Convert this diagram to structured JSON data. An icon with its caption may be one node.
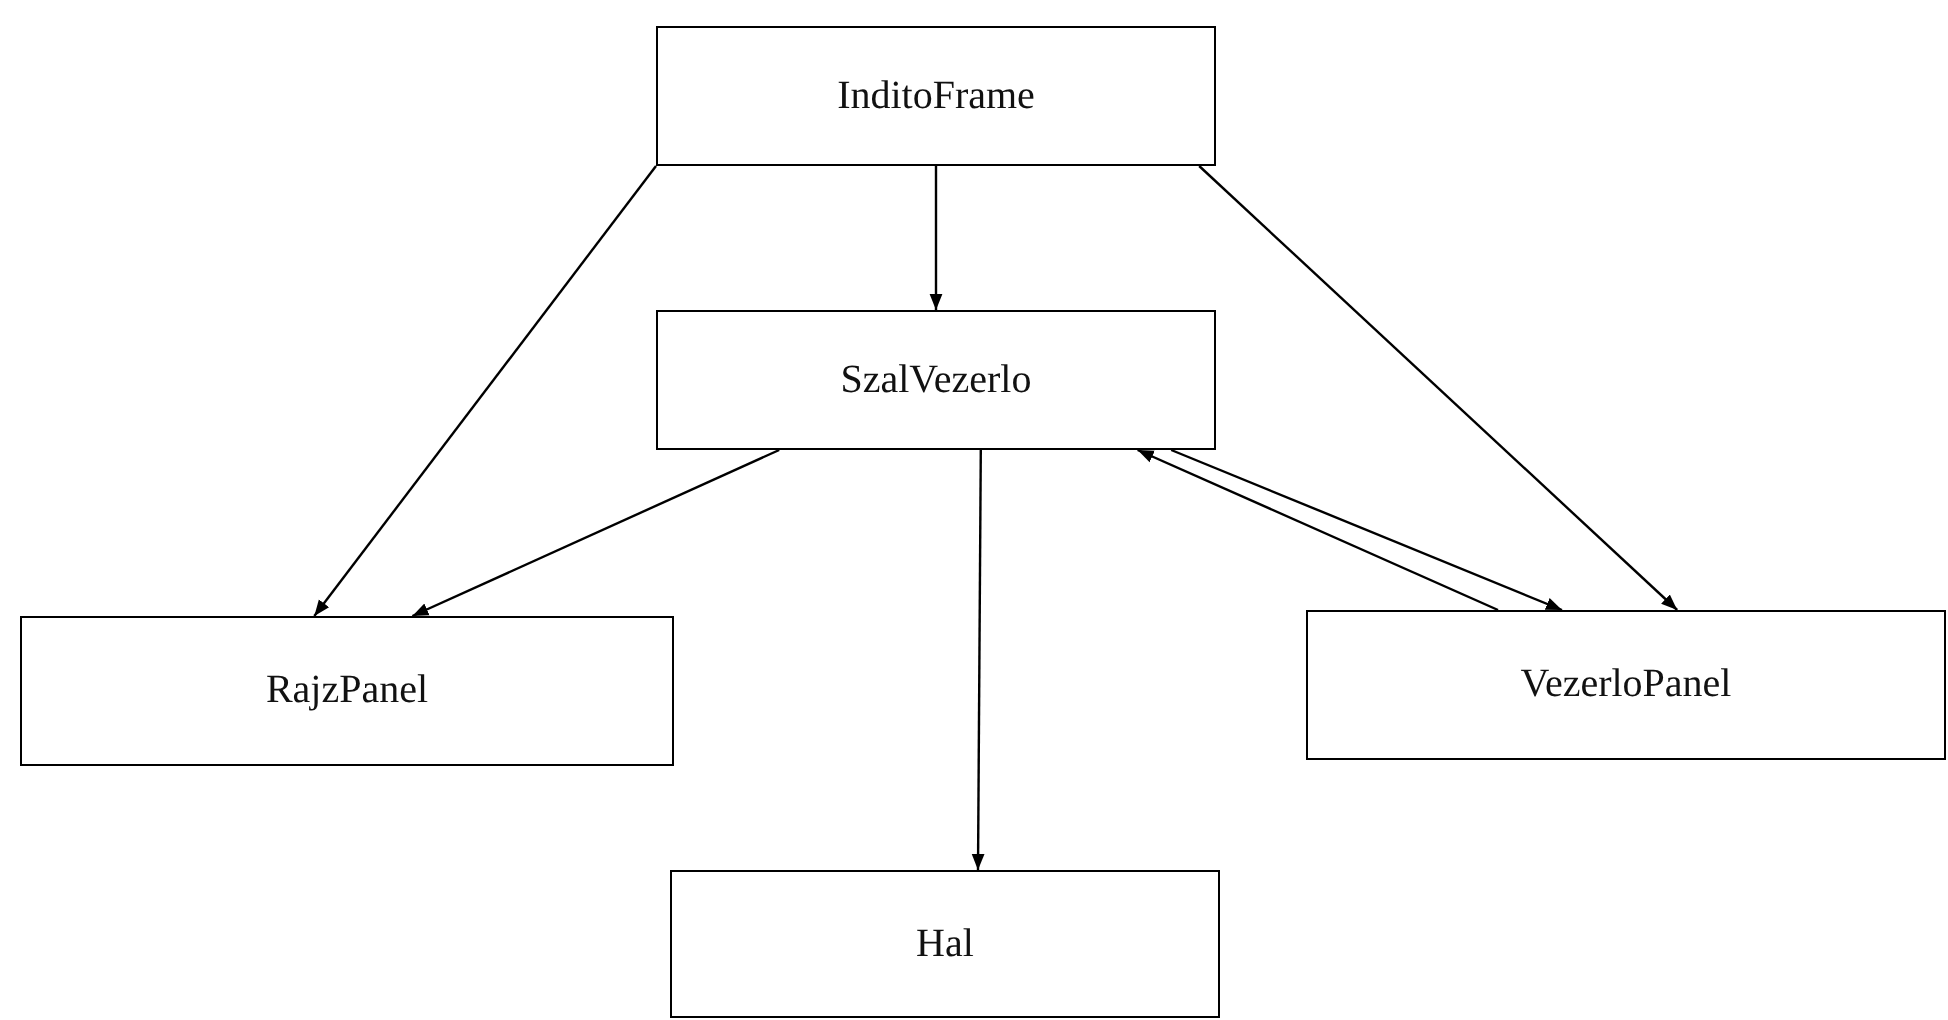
{
  "diagram": {
    "nodes": [
      {
        "text": [
          "InditoFrame"
        ]
      },
      {
        "text": [
          "SzalVezerlo"
        ]
      },
      {
        "text": [
          "RajzPanel"
        ]
      },
      {
        "text": [
          "VezerloPanel"
        ]
      },
      {
        "text": [
          "Hal"
        ]
      }
    ],
    "edges": [
      {
        "from": 0,
        "to": 1,
        "arrow": "to"
      },
      {
        "from": 0,
        "to": 2,
        "arrow": "to"
      },
      {
        "from": 0,
        "to": 3,
        "arrow": "to"
      },
      {
        "from": 1,
        "to": 2,
        "arrow": "to"
      },
      {
        "from": 1,
        "to": 4,
        "arrow": "to"
      },
      {
        "from": 1,
        "to": 3,
        "arrow": "to"
      },
      {
        "from": 3,
        "to": 1,
        "arrow": "to"
      }
    ]
  }
}
